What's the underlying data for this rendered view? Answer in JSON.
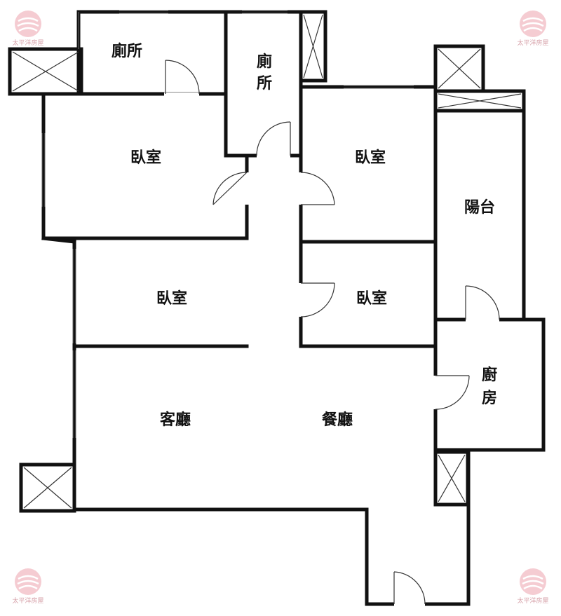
{
  "rooms": {
    "toilet_1": "廁所",
    "toilet_2_line1": "廁",
    "toilet_2_line2": "所",
    "bedroom_top_left": "臥室",
    "bedroom_top_right": "臥室",
    "bedroom_mid_left": "臥室",
    "bedroom_mid_right": "臥室",
    "balcony": "陽台",
    "kitchen_line1": "廚",
    "kitchen_line2": "房",
    "living_room": "客廳",
    "dining_room": "餐廳"
  },
  "watermark": {
    "brand_text": "太平洋房屋",
    "color": "#e8a0aa"
  },
  "colors": {
    "wall": "#111111",
    "background": "#ffffff"
  }
}
